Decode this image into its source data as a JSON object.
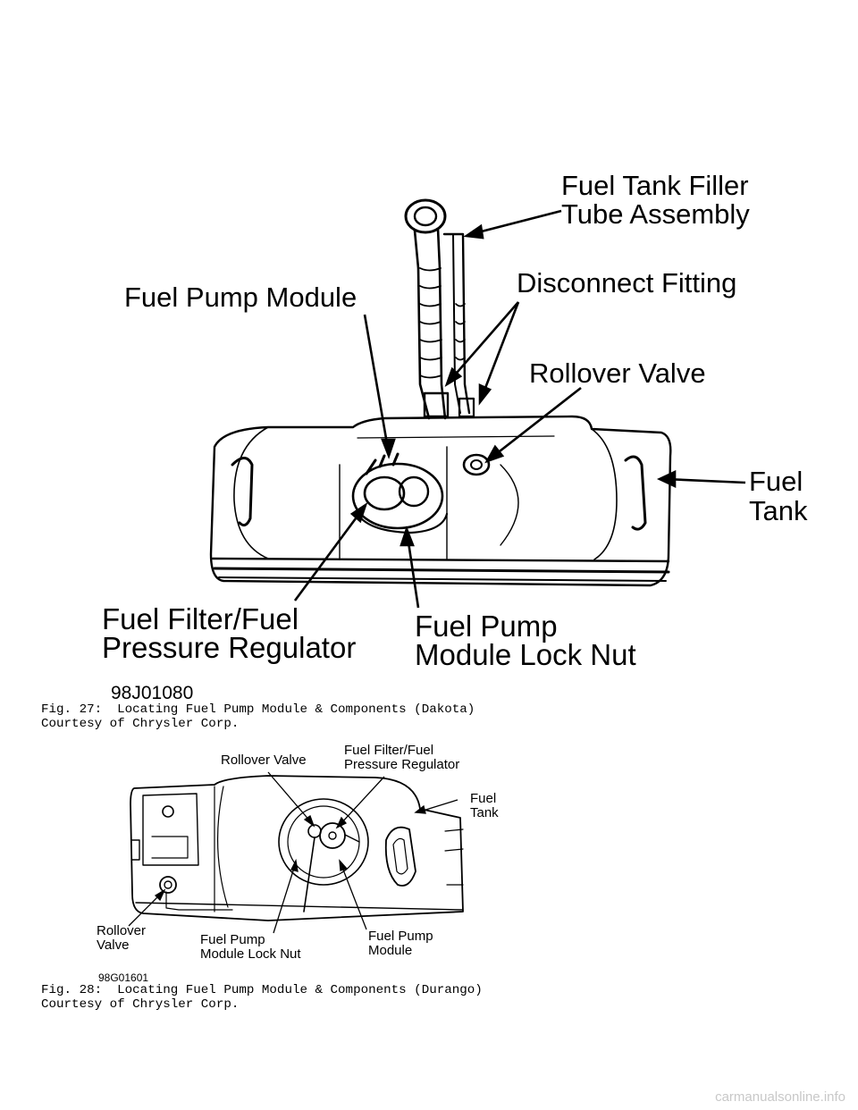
{
  "figure_27": {
    "labels": {
      "filler_tube": [
        "Fuel Tank Filler",
        "Tube Assembly"
      ],
      "pump_module": "Fuel Pump Module",
      "disconnect_fitting": "Disconnect Fitting",
      "rollover_valve": "Rollover Valve",
      "fuel_tank": [
        "Fuel",
        "Tank"
      ],
      "filter_regulator": [
        "Fuel Filter/Fuel",
        "Pressure Regulator"
      ],
      "lock_nut": [
        "Fuel Pump",
        "Module Lock Nut"
      ]
    },
    "code": "98J01080",
    "caption": "Fig. 27:  Locating Fuel Pump Module & Components (Dakota)",
    "credit": "Courtesy of Chrysler Corp."
  },
  "figure_28": {
    "labels": {
      "rollover_valve_top": "Rollover Valve",
      "filter_regulator": [
        "Fuel Filter/Fuel",
        "Pressure Regulator"
      ],
      "fuel_tank": [
        "Fuel",
        "Tank"
      ],
      "rollover_valve_left": [
        "Rollover",
        "Valve"
      ],
      "lock_nut": [
        "Fuel Pump",
        "Module Lock Nut"
      ],
      "pump_module": [
        "Fuel Pump",
        "Module"
      ]
    },
    "code": "98G01601",
    "caption": "Fig. 28:  Locating Fuel Pump Module & Components (Durango)",
    "credit": "Courtesy of Chrysler Corp."
  },
  "watermark": "carmanualsonline.info"
}
